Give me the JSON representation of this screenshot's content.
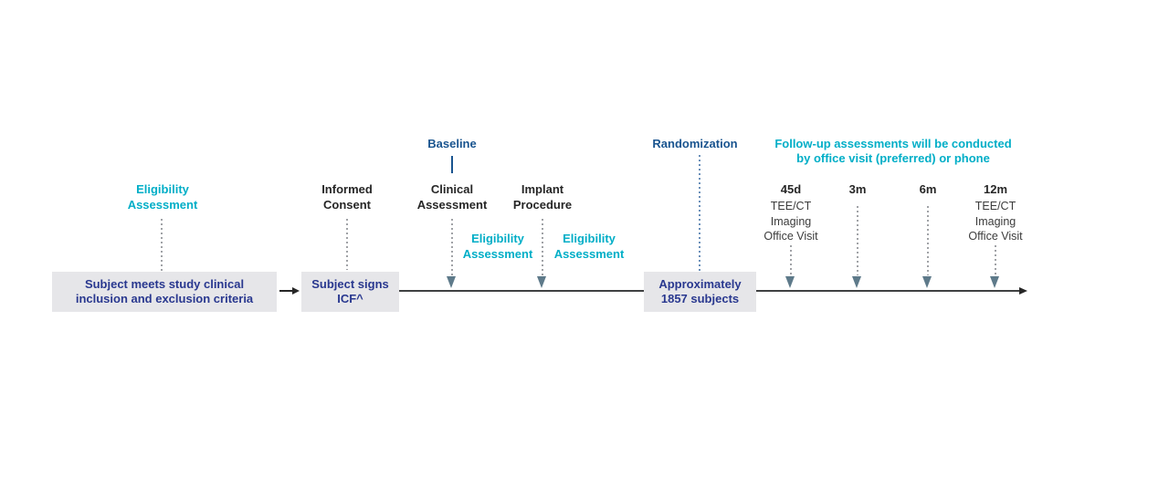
{
  "colors": {
    "teal": "#00AEC7",
    "navy_box_text": "#29388F",
    "blue_heading": "#19548F",
    "dark_text": "#262626",
    "box_bg": "#E6E6E9",
    "dotted_gray": "#A0A2A6",
    "dotted_blue": "#6A8FB9",
    "arrowhead_slate": "#5E7A8A",
    "timeline": "#3F4142"
  },
  "phase_screening": {
    "top_label": "Eligibility Assessment",
    "box_label": "Subject meets study clinical inclusion and exclusion criteria"
  },
  "phase_consent": {
    "top_label": "Informed Consent",
    "box_label": "Subject signs ICF^"
  },
  "baseline": {
    "label": "Baseline",
    "events": [
      {
        "label": "Clinical Assessment",
        "sub_label": "Eligibility Assessment"
      },
      {
        "label": "Implant Procedure",
        "sub_label": "Eligibility Assessment"
      }
    ]
  },
  "randomization": {
    "label": "Randomization",
    "box_label": "Approximately 1857 subjects"
  },
  "followup": {
    "header_line1": "Follow-up assessments will be conducted",
    "header_line2": "by office visit (preferred) or phone",
    "markers": [
      {
        "label": "45d",
        "sublabel": "TEE/CT Imaging Office Visit"
      },
      {
        "label": "3m",
        "sublabel": ""
      },
      {
        "label": "6m",
        "sublabel": ""
      },
      {
        "label": "12m",
        "sublabel": "TEE/CT Imaging Office Visit"
      }
    ]
  }
}
